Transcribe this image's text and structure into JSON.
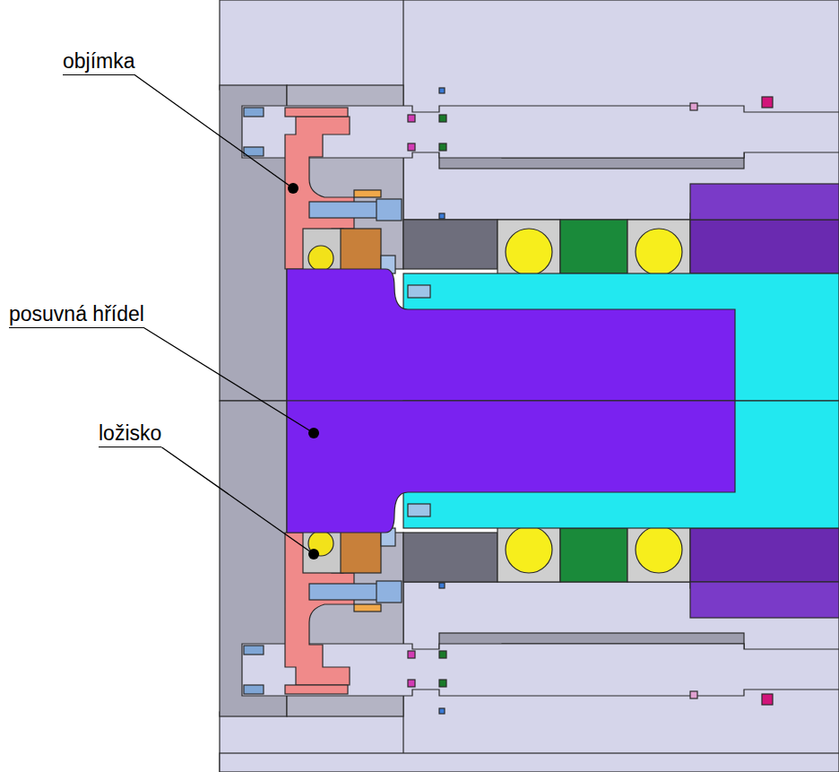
{
  "diagram": {
    "labels": [
      "objímka",
      "posuvná hřídel",
      "ložisko"
    ]
  }
}
